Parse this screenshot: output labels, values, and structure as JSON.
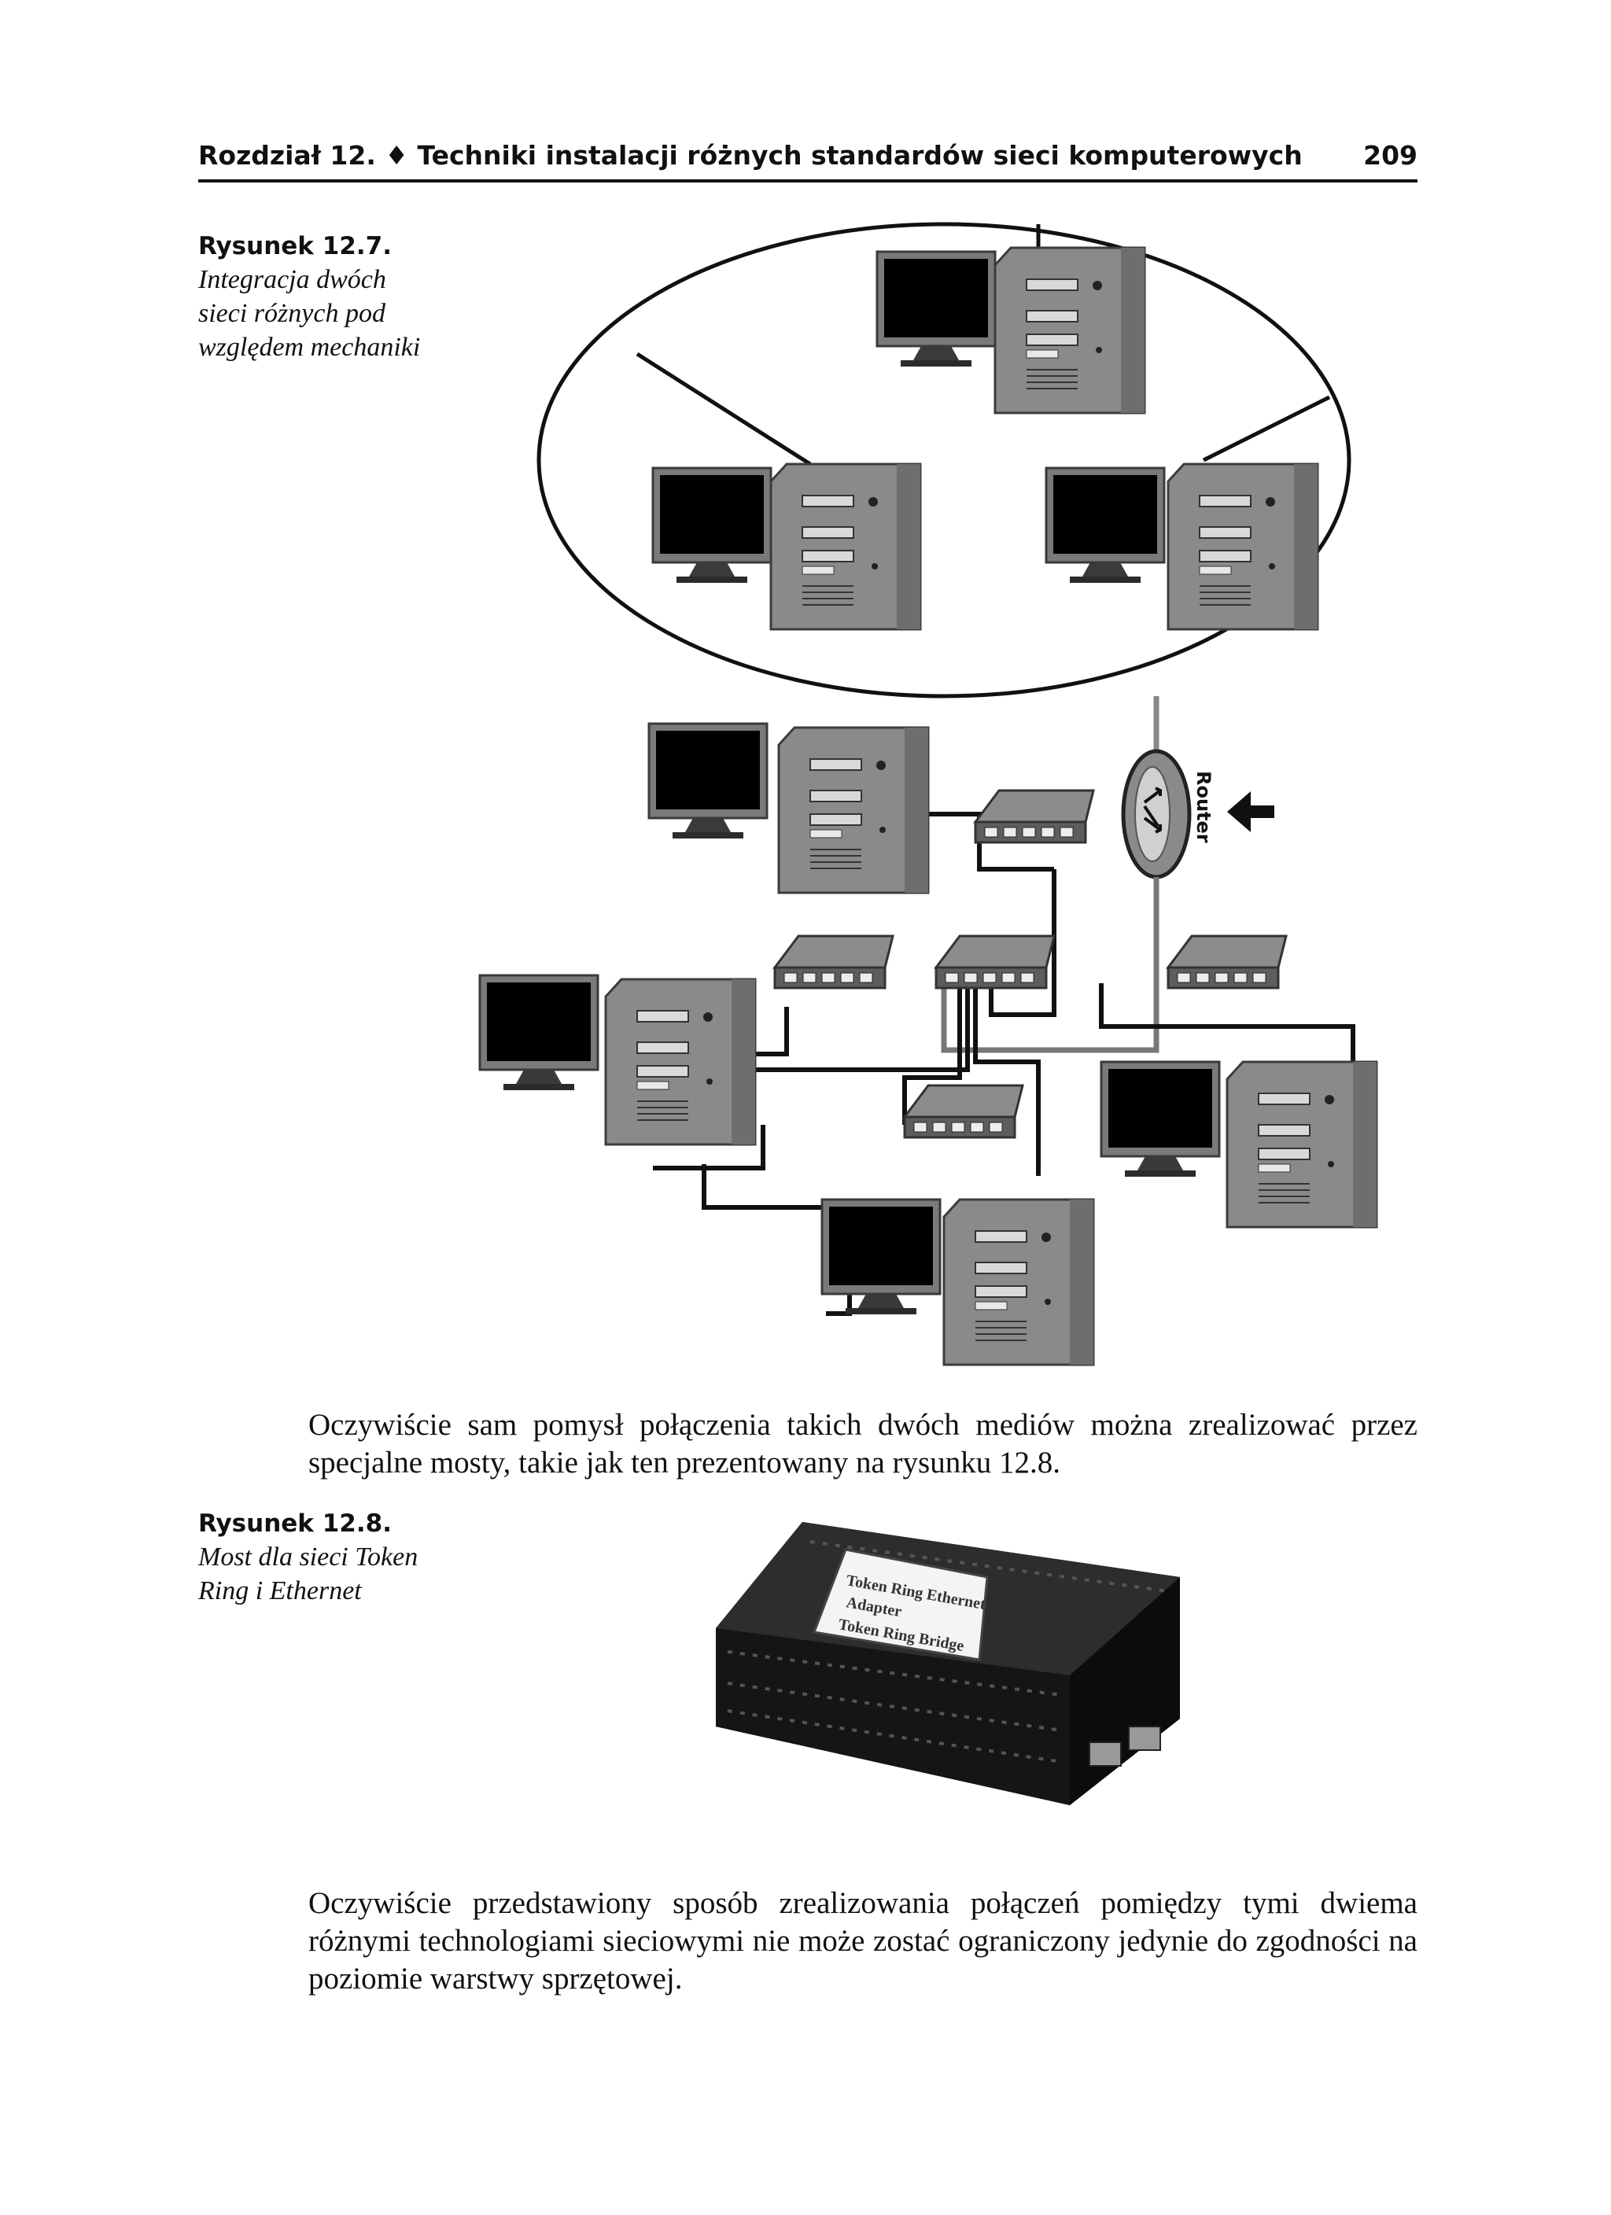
{
  "header": {
    "title": "Rozdział 12. ♦ Techniki instalacji różnych standardów sieci komputerowych",
    "page_number": "209"
  },
  "figures": [
    {
      "label": "Rysunek 12.7.",
      "caption": "Integracja dwóch\nsieci różnych pod\nwzględem mechaniki",
      "router_label": "Router"
    },
    {
      "label": "Rysunek 12.8.",
      "caption": "Most dla sieci Token\nRing i Ethernet",
      "device_label_lines": [
        "Token Ring  Ethernet",
        "Adapter",
        "Token Ring  Bridge"
      ]
    }
  ],
  "paragraphs": [
    "Oczywiście sam pomysł połączenia takich dwóch mediów można zrealizować przez specjalne mosty, takie jak ten prezentowany na rysunku 12.8.",
    "Oczywiście przedstawiony sposób zrealizowania połączeń pomiędzy tymi dwiema różnymi technologiami sieciowymi nie może zostać ograniczony jedynie do zgodności na poziomie warstwy sprzętowej."
  ]
}
